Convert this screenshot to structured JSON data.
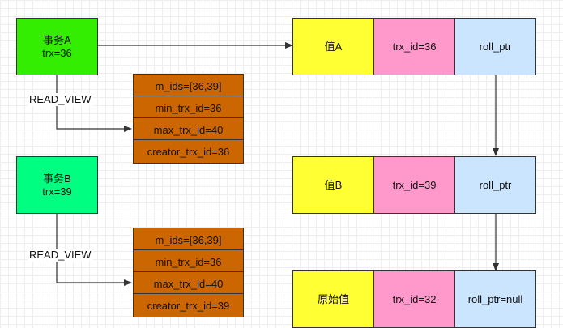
{
  "transaction_a": {
    "name": "事务A",
    "trx": "trx=36"
  },
  "transaction_b": {
    "name": "事务B",
    "trx": "trx=39"
  },
  "read_view_label_a": "READ_VIEW",
  "read_view_label_b": "READ_VIEW",
  "read_view_a": {
    "m_ids": "m_ids=[36,39]",
    "min_trx_id": "min_trx_id=36",
    "max_trx_id": "max_trx_id=40",
    "creator_trx_id": "creator_trx_id=36"
  },
  "read_view_b": {
    "m_ids": "m_ids=[36,39]",
    "min_trx_id": "min_trx_id=36",
    "max_trx_id": "max_trx_id=40",
    "creator_trx_id": "creator_trx_id=39"
  },
  "versions": [
    {
      "value": "值A",
      "trx_id": "trx_id=36",
      "roll_ptr": "roll_ptr"
    },
    {
      "value": "值B",
      "trx_id": "trx_id=39",
      "roll_ptr": "roll_ptr"
    },
    {
      "value": "原始值",
      "trx_id": "trx_id=32",
      "roll_ptr": "roll_ptr=null"
    }
  ],
  "colors": {
    "transaction_a": "#33ee00",
    "transaction_b": "#00ff80",
    "read_view": "#cc6600",
    "value_cell": "#ffff33",
    "trx_id_cell": "#ff99cc",
    "roll_ptr_cell": "#cce5ff"
  }
}
